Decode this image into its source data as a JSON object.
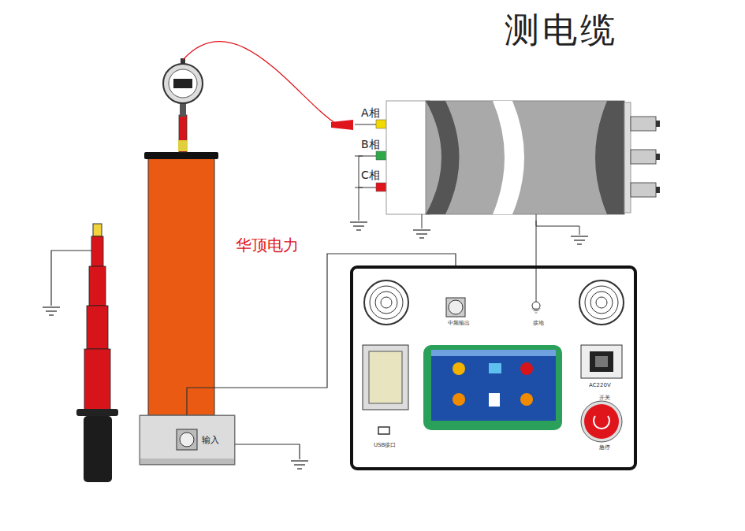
{
  "diagram": {
    "title": "测电缆",
    "nodes": [
      {
        "text": [
          "输入"
        ]
      },
      {
        "text": [
          "中频输出",
          "接地",
          "USB接口",
          "AC220V",
          "开关",
          "急停"
        ]
      }
    ],
    "edges": [
      {
        "from": 1,
        "to": 0,
        "arrow": "none"
      }
    ],
    "labels": [
      "A相",
      "B相",
      "C相",
      "华顶电力"
    ]
  }
}
